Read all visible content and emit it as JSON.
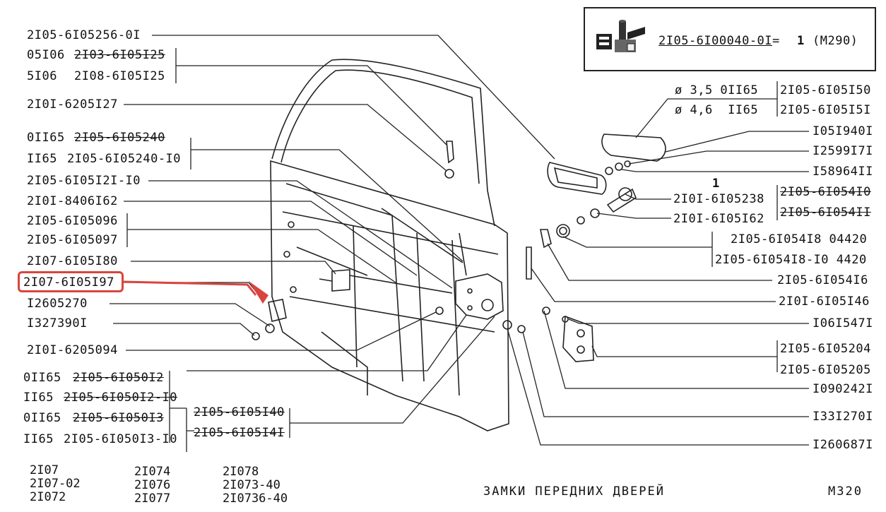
{
  "kit": {
    "part": "2I05-6I00040-0I",
    "qty": "1",
    "ref": "(M290)"
  },
  "left_labels": {
    "l1": "2I05-6I05256-0I",
    "l2a": "05I06",
    "l2b": "2I03-6I05I25",
    "l3a": "5I06",
    "l3b": "2I08-6I05I25",
    "l4": "2I0I-6205I27",
    "l5a": "0II65",
    "l5b": "2I05-6I05240",
    "l6a": "II65",
    "l6b": "2I05-6I05240-I0",
    "l7": "2I05-6I05I2I-I0",
    "l8": "2I0I-8406I62",
    "l9": "2I05-6I05096",
    "l10": "2I05-6I05097",
    "l11": "2I07-6I05I80",
    "l12": "2I07-6I05I97",
    "l13": "I2605270",
    "l14": "I327390I",
    "l15": "2I0I-6205094",
    "l16a": "0II65",
    "l16b": "2I05-6I050I2",
    "l17a": "II65",
    "l17b": "2I05-6I050I2-I0",
    "l18a": "0II65",
    "l18b": "2I05-6I050I3",
    "l19a": "II65",
    "l19b": "2I05-6I050I3-I0",
    "l20": "2I05-6I05I40",
    "l21": "2I05-6I05I4I"
  },
  "right_labels": {
    "r1a": "ø 3,5 0II65",
    "r1b": "2I05-6I05I50",
    "r2a": "ø 4,6  II65",
    "r2b": "2I05-6I05I5I",
    "r3": "I05I940I",
    "r4": "I2599I7I",
    "r5": "I58964II",
    "r6": "1",
    "r7": "2I0I-6I05238",
    "r8": "2I05-6I054I0",
    "r9": "2I0I-6I05I62",
    "r10": "2I05-6I054II",
    "r11": "2I05-6I054I8 04420",
    "r12": "2I05-6I054I8-I0 4420",
    "r13": "2I05-6I054I6",
    "r14": "2I0I-6I05I46",
    "r15": "I06I547I",
    "r16": "2I05-6I05204",
    "r17": "2I05-6I05205",
    "r18": "I090242I",
    "r19": "I33I270I",
    "r20": "I260687I"
  },
  "models": {
    "c1": [
      "2I07",
      "2I07-02",
      "2I072"
    ],
    "c2": [
      "2I074",
      "2I076",
      "2I077"
    ],
    "c3": [
      "2I078",
      "2I073-40",
      "2I0736-40"
    ]
  },
  "title": "ЗАМКИ  ПЕРЕДНИХ  ДВЕРЕЙ",
  "page": "M320",
  "highlight_color": "#d9453d"
}
